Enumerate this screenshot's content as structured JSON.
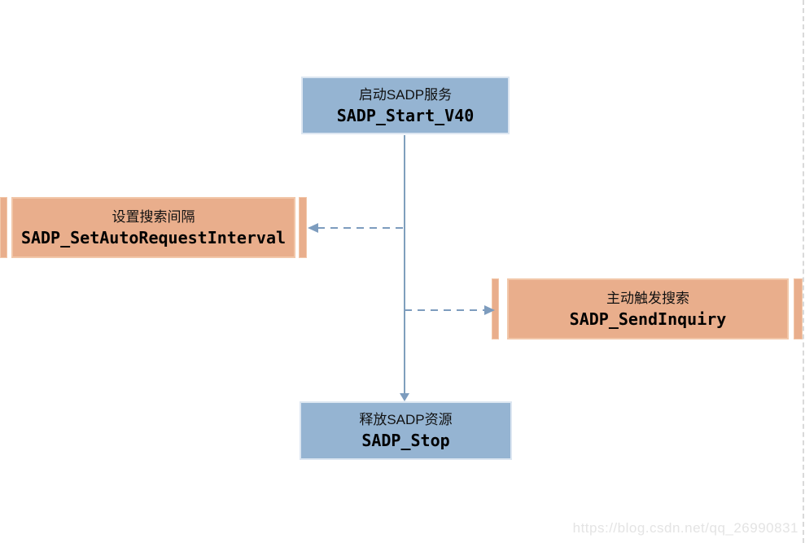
{
  "nodes": {
    "start": {
      "title": "启动SADP服务",
      "api": "SADP_Start_V40"
    },
    "set_interval": {
      "title": "设置搜索间隔",
      "api": "SADP_SetAutoRequestInterval"
    },
    "send_inquiry": {
      "title": "主动触发搜索",
      "api": "SADP_SendInquiry"
    },
    "stop": {
      "title": "释放SADP资源",
      "api": "SADP_Stop"
    }
  },
  "colors": {
    "primary_node_fill": "#95b4d2",
    "primary_node_border": "#dce6f1",
    "secondary_node_fill": "#e9ae8c",
    "secondary_node_border": "#f2c7a9",
    "connector": "#7d9cbe",
    "page_edge_dash": "#d9d9d9",
    "watermark_text": "#e4e4e4"
  },
  "watermark": "https://blog.csdn.net/qq_26990831"
}
